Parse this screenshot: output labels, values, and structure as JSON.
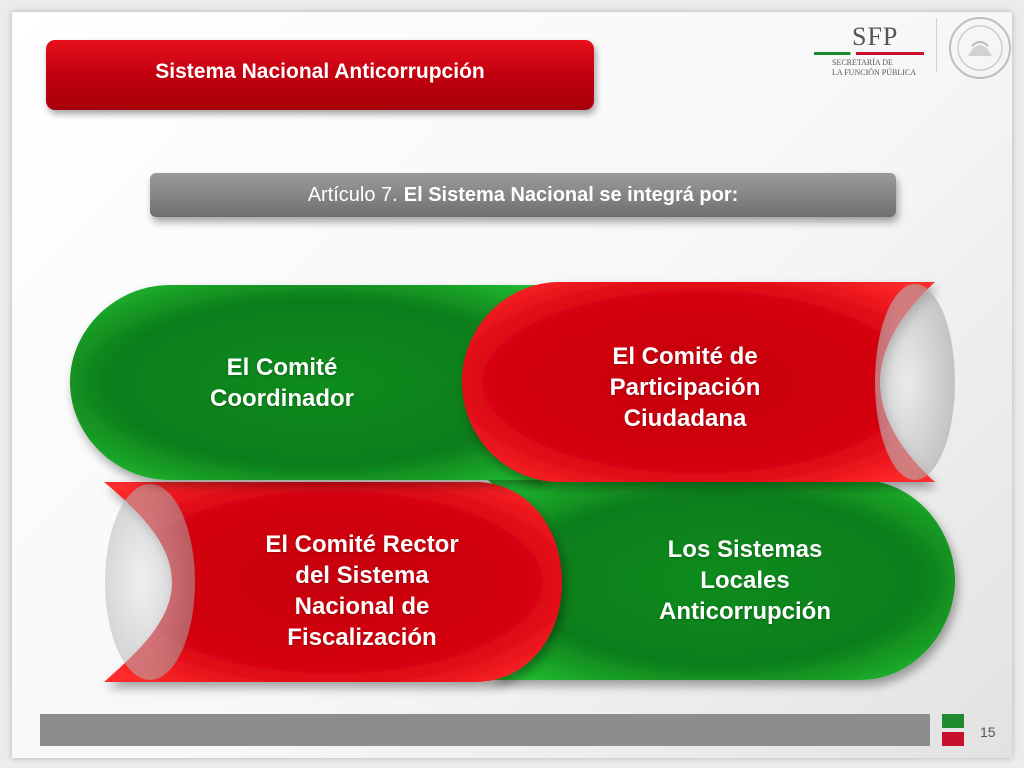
{
  "slide": {
    "title": "Sistema Nacional Anticorrupción",
    "logo": {
      "acronym": "SFP",
      "line1": "SECRETARÍA DE",
      "line2": "LA FUNCIÓN PÚBLICA"
    },
    "subtitle_prefix": "Artículo 7.",
    "subtitle_bold": "El Sistema Nacional se integrá por:",
    "page_number": "15"
  },
  "diagram": {
    "nodes": [
      {
        "id": "n1",
        "label_lines": [
          "El Comité",
          "Coordinador"
        ],
        "color": "green"
      },
      {
        "id": "n2",
        "label_lines": [
          "El Comité de",
          "Participación",
          "Ciudadana"
        ],
        "color": "red"
      },
      {
        "id": "n3",
        "label_lines": [
          "El Comité Rector",
          "del Sistema",
          "Nacional de",
          "Fiscalización"
        ],
        "color": "red"
      },
      {
        "id": "n4",
        "label_lines": [
          "Los Sistemas",
          "Locales",
          "Anticorrupción"
        ],
        "color": "green"
      }
    ]
  },
  "colors": {
    "green": "#0e8a22",
    "red": "#d10a14",
    "title_red": "#c20010",
    "bar_gray": "#8d8d8d"
  }
}
